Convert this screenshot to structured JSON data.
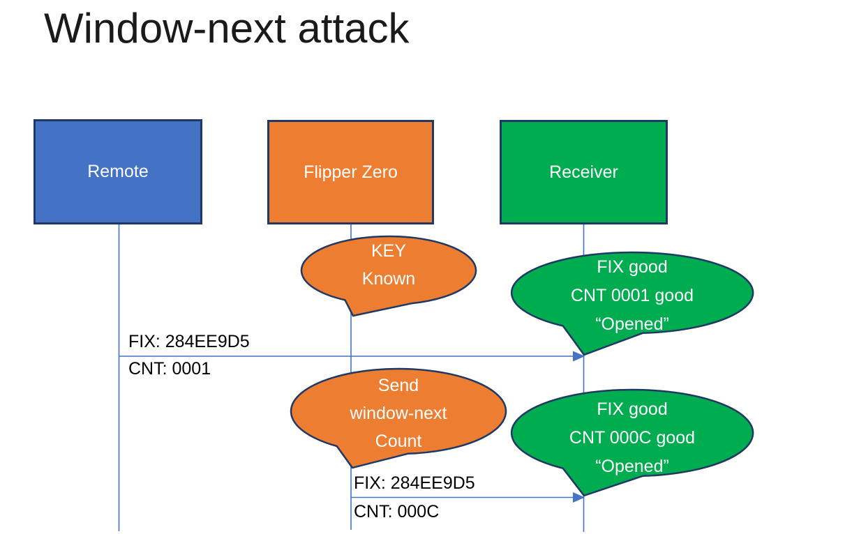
{
  "title": "Window-next attack",
  "actors": [
    {
      "id": "remote",
      "label": "Remote",
      "fill": "#4472C4"
    },
    {
      "id": "flipper",
      "label": "Flipper Zero",
      "fill": "#ED7D31"
    },
    {
      "id": "receiver",
      "label": "Receiver",
      "fill": "#00AC50"
    }
  ],
  "callouts": [
    {
      "id": "key-known",
      "text": "KEY\nKnown",
      "fill": "#ED7D31"
    },
    {
      "id": "opened-first",
      "text": "FIX good\nCNT 0001 good\n“Opened”",
      "fill": "#00AC50"
    },
    {
      "id": "send-window-next",
      "text": "Send\nwindow-next\nCount",
      "fill": "#ED7D31"
    },
    {
      "id": "opened-second",
      "text": "FIX good\nCNT 000C good\n“Opened”",
      "fill": "#00AC50"
    }
  ],
  "messages": [
    {
      "id": "remote-to-receiver",
      "line1": "FIX: 284EE9D5",
      "line2": "CNT: 0001"
    },
    {
      "id": "flipper-to-receiver",
      "line1": "FIX: 284EE9D5",
      "line2": "CNT: 000C"
    }
  ],
  "colors": {
    "shape_border": "#1F3864",
    "lifeline": "#4472C4",
    "blue": "#4472C4",
    "orange": "#ED7D31",
    "green": "#00AC50",
    "label_text": "#000000",
    "shape_text": "#ffffff"
  }
}
